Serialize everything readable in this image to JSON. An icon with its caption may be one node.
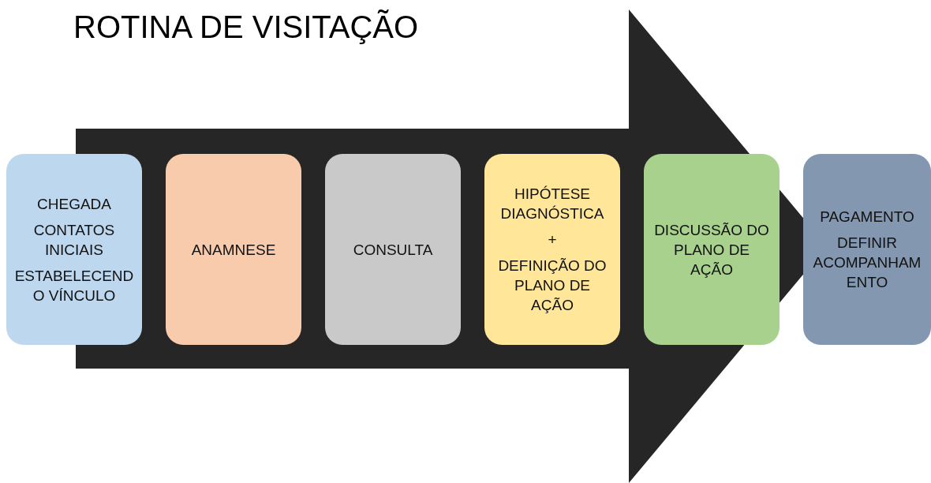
{
  "diagram": {
    "title": "ROTINA DE VISITAÇÃO",
    "nodes": [
      {
        "text": [
          "CHEGADA",
          "CONTATOS INICIAIS",
          "ESTABELECENDO VÍNCULO"
        ]
      },
      {
        "text": [
          "ANAMNESE"
        ]
      },
      {
        "text": [
          "CONSULTA"
        ]
      },
      {
        "text": [
          "HIPÓTESE DIAGNÓSTICA",
          "+",
          "DEFINIÇÃO DO PLANO DE AÇÃO"
        ]
      },
      {
        "text": [
          "DISCUSSÃO DO PLANO DE AÇÃO"
        ]
      },
      {
        "text": [
          "PAGAMENTO",
          "DEFINIR ACOMPANHAMENTO"
        ]
      }
    ],
    "edges": [
      {
        "from": 0,
        "to": 5,
        "arrow": "to"
      }
    ]
  }
}
